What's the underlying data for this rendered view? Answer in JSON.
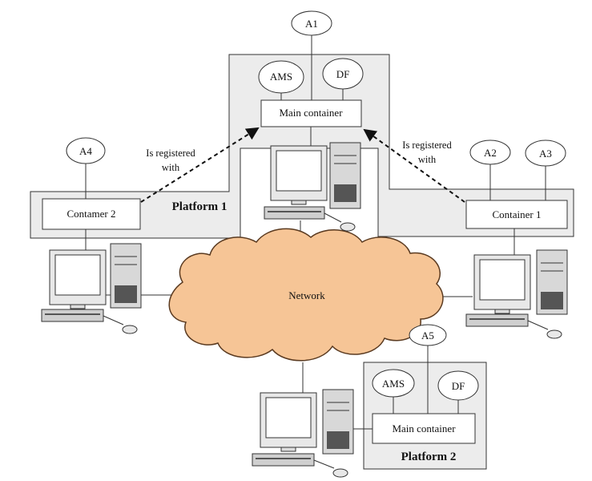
{
  "agents": {
    "a1": "A1",
    "a2": "A2",
    "a3": "A3",
    "a4": "A4",
    "a5": "A5",
    "ams1": "AMS",
    "df1": "DF",
    "ams2": "AMS",
    "df2": "DF"
  },
  "containers": {
    "main1": "Main container",
    "main2": "Main container",
    "cont1": "Container 1",
    "cont2": "Contamer 2"
  },
  "platforms": {
    "p1": "Platform 1",
    "p2": "Platform 2"
  },
  "notes": {
    "left_line1": "Is registered",
    "left_line2": "with",
    "right_line1": "Is registered",
    "right_line2": "with"
  },
  "network": {
    "label": "Network",
    "fill": "#f6c596",
    "stroke": "#5a3a20"
  },
  "colors": {
    "platform_fill": "#ececec",
    "line": "#333333"
  }
}
